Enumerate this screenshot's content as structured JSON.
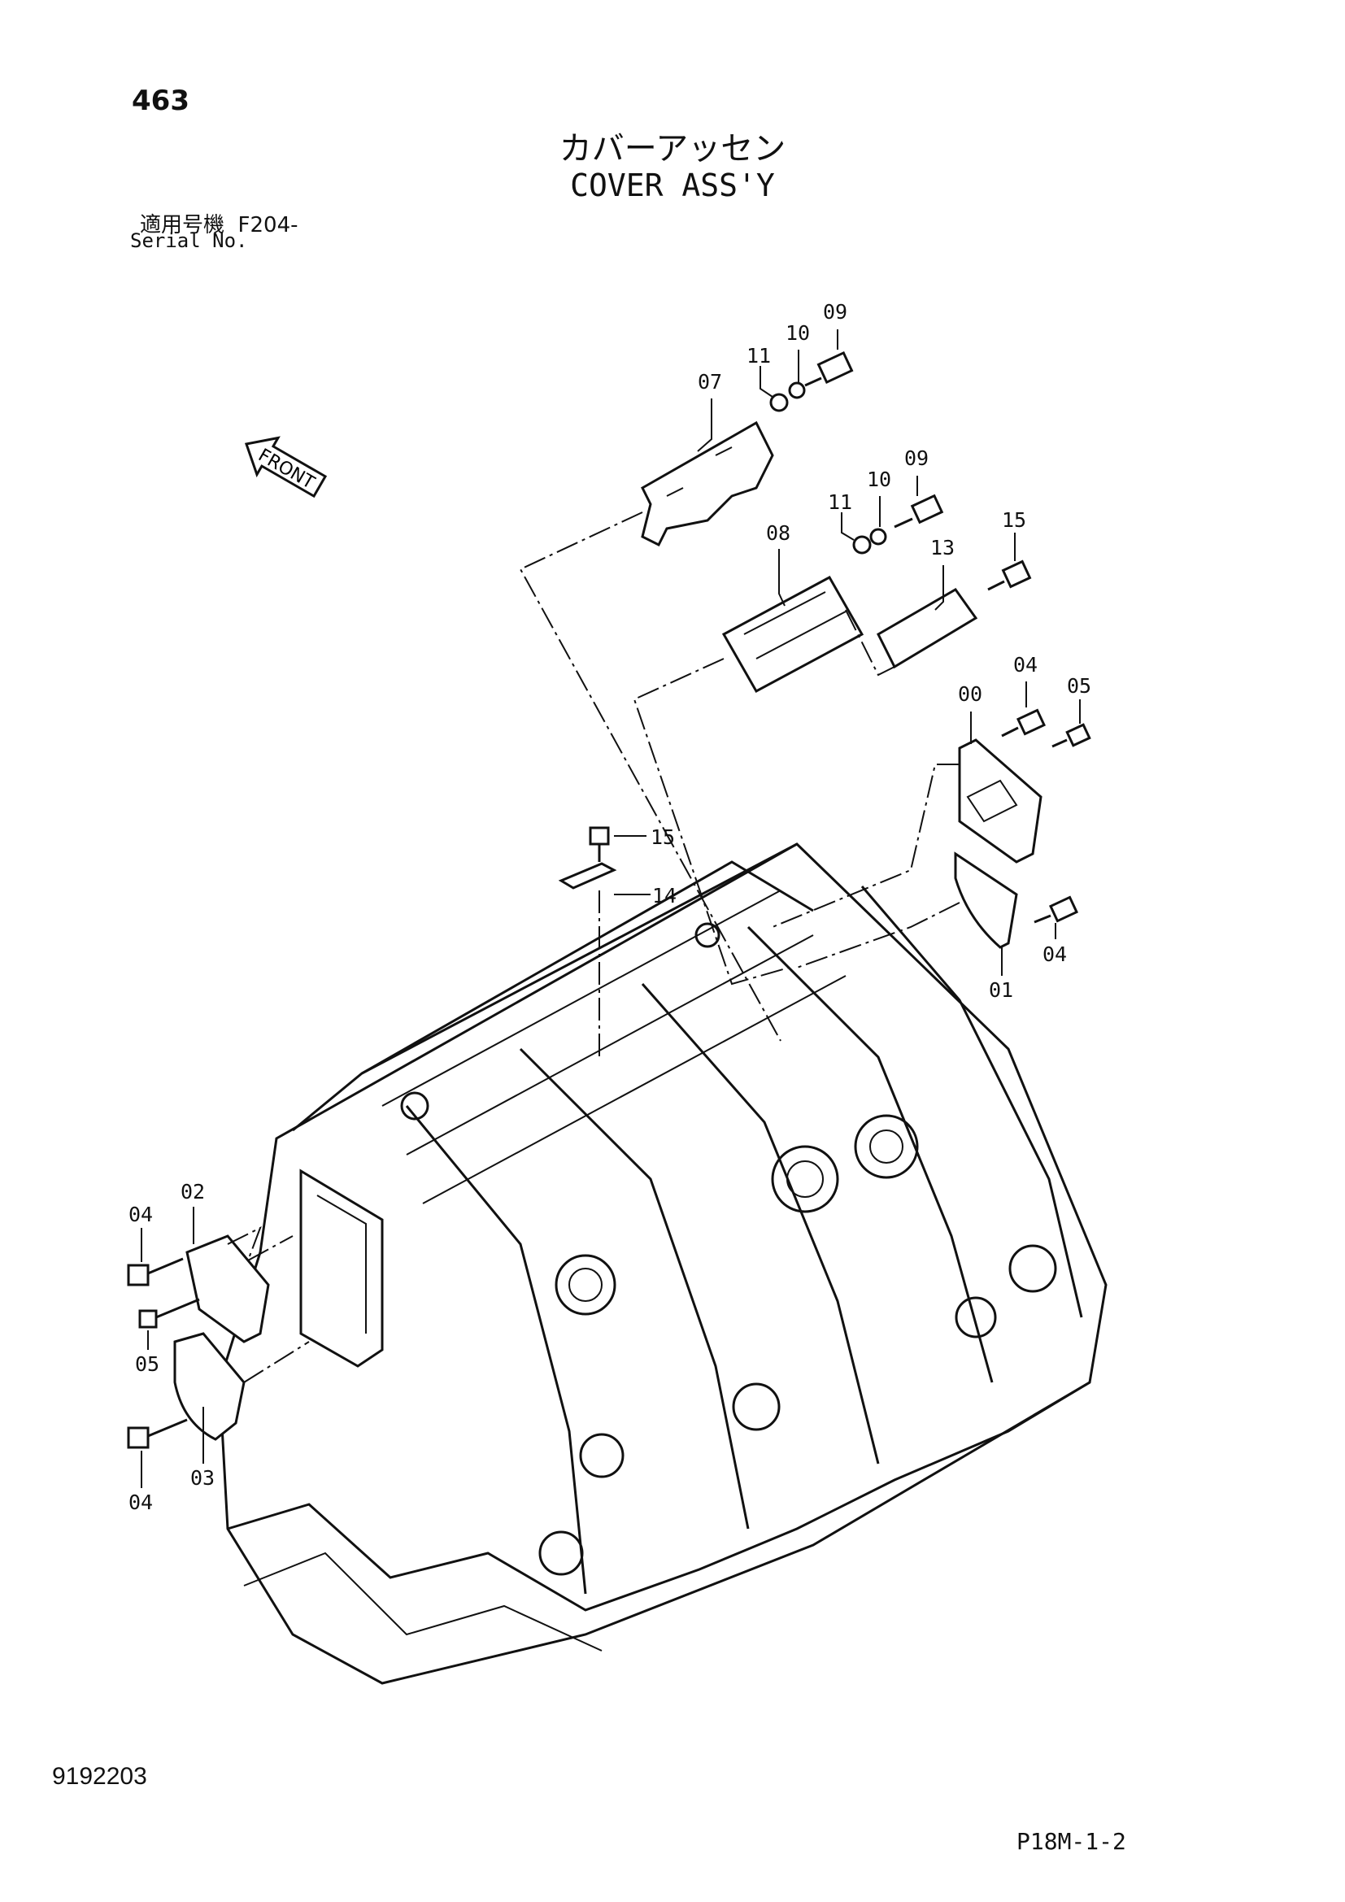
{
  "header": {
    "page_number": "463",
    "title_jp": "カバーアッセン",
    "title_en": "COVER ASS'Y",
    "serial_label_jp": "適用号機",
    "serial_value": "F204-",
    "serial_label_en": "Serial No."
  },
  "diagram": {
    "front_arrow_label": "FRONT",
    "callouts": {
      "c09a": "09",
      "c10a": "10",
      "c11a": "11",
      "c07": "07",
      "c09b": "09",
      "c10b": "10",
      "c11b": "11",
      "c08": "08",
      "c13": "13",
      "c15a": "15",
      "c00": "00",
      "c04a": "04",
      "c05a": "05",
      "c15b": "15",
      "c14": "14",
      "c04b": "04",
      "c01": "01",
      "c02": "02",
      "c04c": "04",
      "c05b": "05",
      "c03": "03",
      "c04d": "04"
    }
  },
  "footer": {
    "doc_code": "9192203",
    "page_ref": "P18M-1-2"
  }
}
